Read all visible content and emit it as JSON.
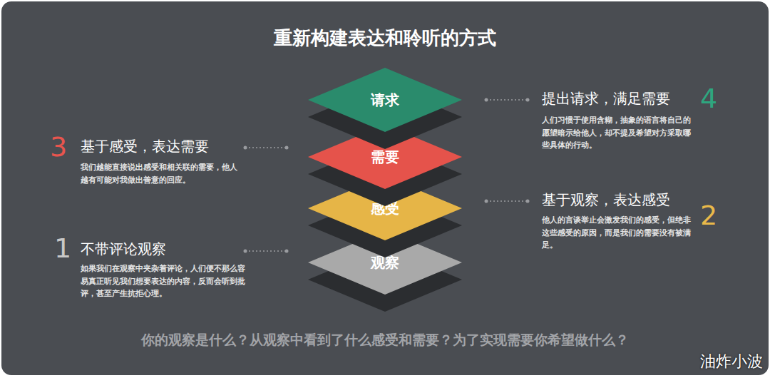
{
  "diagram": {
    "title": "重新构建表达和聆听的方式",
    "caption": "你的观察是什么？从观察中看到了什么感受和需要？为了实现需要你希望做什么？",
    "nodes": [
      {
        "text": [
          "请求"
        ]
      },
      {
        "text": [
          "需要"
        ]
      },
      {
        "text": [
          "感受"
        ]
      },
      {
        "text": [
          "观察"
        ]
      }
    ],
    "labels": [
      "提出请求，满足需要",
      "4",
      "人们习惯于使用含糊，抽象的语言将自己的愿望暗示给他人，却不提及希望对方采取哪些具体的行动。",
      "3",
      "基于感受，表达需要",
      "我们越能直接说出感受和相关联的需要，他人越有可能对我做出善意的回应。",
      "基于观察，表达感受",
      "2",
      "他人的言谈举止会激发我们的感受，但绝非这些感受的原因，而是我们的需要没有被满足。",
      "1",
      "不带评论观察",
      "如果我们在观察中夹杂着评论，人们便不那么容易真正听见我们想要表达的内容，反而会听到批评，甚至产生抗拒心理。",
      "油炸小波"
    ]
  }
}
